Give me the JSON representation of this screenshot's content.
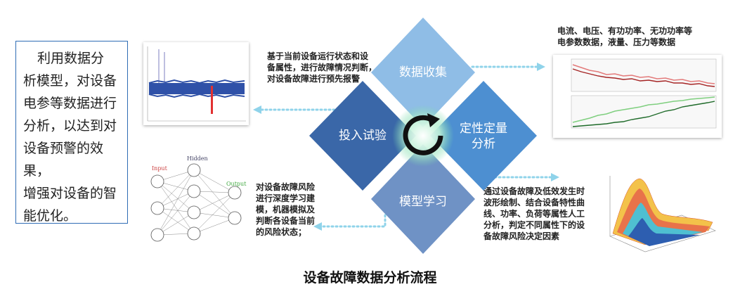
{
  "title": "设备故障数据分析流程",
  "summary_lines": [
    "利用数据分",
    "析模型，对设备",
    "电参等数据进行",
    "分析，以达到对",
    "设备预警的效果，",
    "增强对设备的智",
    "能优化。"
  ],
  "notes": {
    "top_left": [
      "基于当前设备运行状态和设",
      "备属性，进行故障情况判断，",
      "对设备故障进行预先报警"
    ],
    "top_right": [
      "电流、电压、有功功率、无功功率等",
      "电参数数据，液量、压力等数据"
    ],
    "bottom_left": [
      "对设备故障风险",
      "进行深度学习建",
      "模，机器模拟及",
      "判断各设备当前",
      "的风险状态；"
    ],
    "bottom_right": [
      "通过设备故障及低效发生时",
      "波形绘制、结合设备特性曲",
      "线、功率、负荷等属性人工",
      "分析，判定不同属性下的设",
      "备故障风险决定因素"
    ]
  },
  "quadrants": {
    "top": "数据收集",
    "left": "投入试验",
    "right": [
      "定性定量",
      "分析"
    ],
    "bottom": "模型学习"
  },
  "nn_labels": {
    "input": "Input",
    "hidden": "Hidden",
    "output": "Output"
  },
  "colors": {
    "top": "#8fbde6",
    "left": "#3a67a8",
    "right": "#4d8fd1",
    "bottom": "#6f92c5",
    "arrow": "#8fd3ea"
  }
}
